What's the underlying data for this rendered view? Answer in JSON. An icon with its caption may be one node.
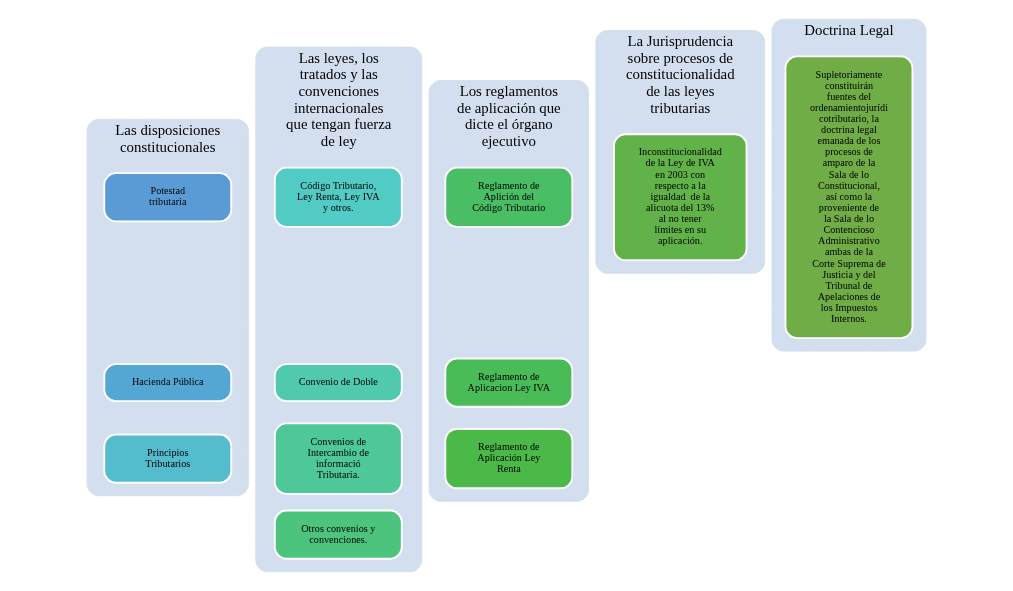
{
  "diagram": {
    "nodes": [
      {
        "text": [
          "Las disposiciones constitucionales"
        ]
      },
      {
        "text": [
          "Potestad tributaria"
        ],
        "in": 0
      },
      {
        "text": [
          "Hacienda Pública"
        ],
        "in": 0
      },
      {
        "text": [
          "Principios Tributarios"
        ],
        "in": 0
      },
      {
        "text": [
          "Las leyes, los tratados y las convenciones internacionales que tengan fuerza de ley"
        ]
      },
      {
        "text": [
          "Código Tributario, Ley Renta, Ley IVA y otros."
        ],
        "in": 4
      },
      {
        "text": [
          "Convenio de Doble"
        ],
        "in": 4
      },
      {
        "text": [
          "Convenios de Intercambio de informació Tributaria."
        ],
        "in": 4
      },
      {
        "text": [
          "Otros convenios y convenciones."
        ],
        "in": 4
      },
      {
        "text": [
          "Los reglamentos de aplicación que dicte el órgano ejecutivo"
        ]
      },
      {
        "text": [
          "Reglamento de Aplición del Código Tributario"
        ],
        "in": 9
      },
      {
        "text": [
          "Reglamento de Aplicacion Ley IVA"
        ],
        "in": 9
      },
      {
        "text": [
          "Reglamento de Aplicación Ley Renta"
        ],
        "in": 9
      },
      {
        "text": [
          "La Jurisprudencia sobre procesos de constitucionalidad de las leyes tributarias"
        ]
      },
      {
        "text": [
          "Inconstitucionalidad de la Ley de IVA en 2003 con respecto a la igualdad  de la alicuota del 13% al no tener límites en su aplicación."
        ],
        "in": 13
      },
      {
        "text": [
          "Doctrina Legal"
        ]
      },
      {
        "text": [
          "Supletoriamente constituirán fuentes del ordenamientojurídi cotributario, la doctrina legal emanada de los procesos de amparo de la Sala de lo Constitucional, así como la proveniente de la Sala de lo Contencioso Administrativo ambas de la Corte Suprema de Justicia y del Tribunal de Apelaciones de los Impuestos Internos."
        ],
        "in": 15
      }
    ],
    "edges": []
  }
}
